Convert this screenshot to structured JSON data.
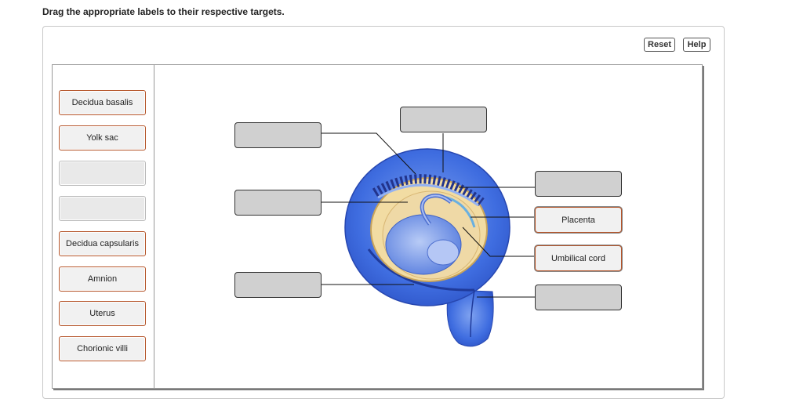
{
  "instructions": "Drag the appropriate labels to their respective targets.",
  "toolbar": {
    "reset_label": "Reset",
    "help_label": "Help"
  },
  "label_bank": [
    {
      "text": "Decidua basalis"
    },
    {
      "text": "Yolk sac"
    },
    {
      "text": ""
    },
    {
      "text": ""
    },
    {
      "text": "Decidua capsularis"
    },
    {
      "text": "Amnion"
    },
    {
      "text": "Uterus"
    },
    {
      "text": "Chorionic villi"
    }
  ],
  "targets": [
    {
      "id": "left-1",
      "text": ""
    },
    {
      "id": "left-2",
      "text": ""
    },
    {
      "id": "left-3",
      "text": ""
    },
    {
      "id": "top",
      "text": ""
    },
    {
      "id": "right-1",
      "text": ""
    },
    {
      "id": "right-2",
      "text": "Placenta"
    },
    {
      "id": "right-3",
      "text": "Umbilical cord"
    },
    {
      "id": "right-4",
      "text": ""
    }
  ],
  "colors": {
    "uterus_wall": "#3f6de0",
    "chorion": "#e9c98a",
    "embryo": "#6a8fe6",
    "chip_border": "#b5552a"
  }
}
